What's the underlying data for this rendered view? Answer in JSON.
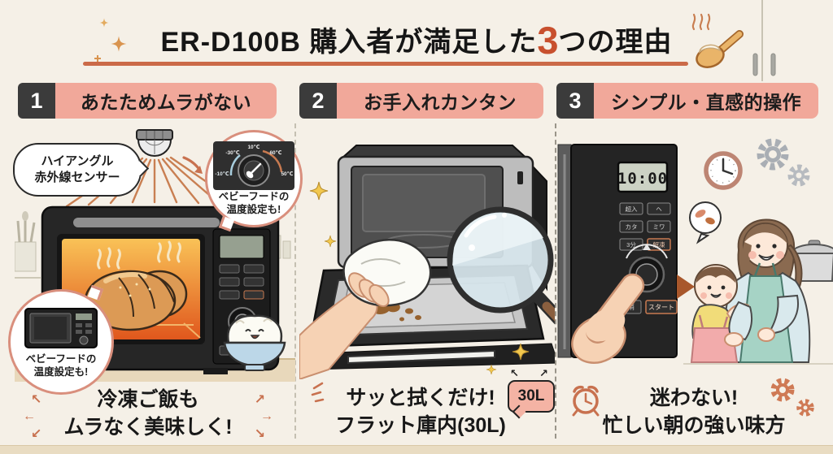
{
  "header": {
    "title_prefix": "ER-D100B 購入者が満足した",
    "title_highlight": "3",
    "title_suffix": "つの理由"
  },
  "panels": [
    {
      "number": "1",
      "heading": "あたためムラがない",
      "sensor_bubble_line1": "ハイアングル",
      "sensor_bubble_line2": "赤外線センサー",
      "dial_note_line1": "ベビーフードの",
      "dial_note_line2": "温度設定も!",
      "dial_labels": {
        "top": "10℃",
        "upper_left": "-30℃",
        "upper_right": "60℃",
        "lower_left": "-10℃",
        "lower_right": "50℃"
      },
      "babyfood_note_line1": "ベビーフードの",
      "babyfood_note_line2": "温度設定も!",
      "caption_line1": "冷凍ご飯も",
      "caption_line2": "ムラなく美味しく!"
    },
    {
      "number": "2",
      "heading": "お手入れカンタン",
      "volume_tag": "30L",
      "caption_line1": "サッと拭くだけ!",
      "caption_line2": "フラット庫内(30L)"
    },
    {
      "number": "3",
      "heading": "シンプル・直感的操作",
      "display_time": "10:00",
      "grid_buttons": [
        "超入",
        "ヘ",
        "カタ",
        "ミワ",
        "3分",
        "解凍"
      ],
      "bottom_buttons": [
        "取消",
        "スタート"
      ],
      "caption_line1": "迷わない!",
      "caption_line2": "忙しい朝の強い味方"
    }
  ],
  "icons": {
    "arrow_up_left": "↖",
    "arrow_left": "←",
    "arrow_down_left": "↙",
    "arrow_up_right": "↗",
    "arrow_right": "→",
    "arrow_down_right": "↘"
  },
  "colors": {
    "background": "#f5f0e7",
    "panel_pink": "#f1a89a",
    "number_dark": "#3b3b3b",
    "accent_orange": "#c8502e",
    "underline_orange": "#cb6a48",
    "ray_orange": "#c97f52",
    "sparkle_yellow": "#f2c84e",
    "oven_glow_top": "#f9c257",
    "oven_glow_bottom": "#e0571d"
  }
}
